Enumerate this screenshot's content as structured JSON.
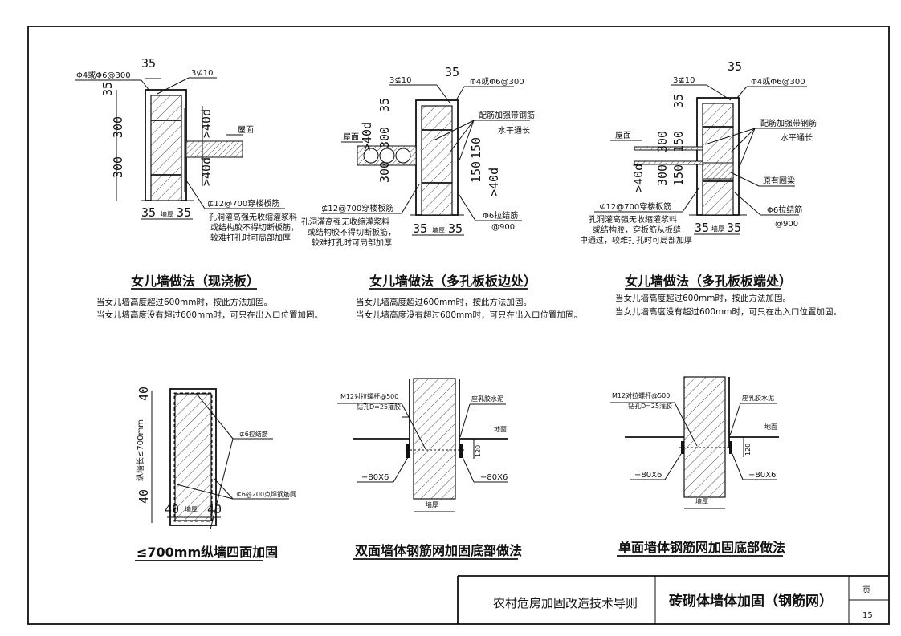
{
  "title_block": {
    "project": "农村危房加固改造技术导则",
    "sheet_title": "砖砌体墙体加固（钢筋网）",
    "page_label": "页",
    "page_number": "15"
  },
  "notes": {
    "line1": "当女儿墙高度超过600mm时，按此方法加固。",
    "line2": "当女儿墙高度没有超过600mm时，可只在出入口位置加固。"
  },
  "detail1": {
    "caption": "女儿墙做法（现浇板）",
    "stirrup": "Φ4或Φ6@300",
    "bars": "3⊈10",
    "d35": "35",
    "d300": "300",
    "anchor": ">40d",
    "roof": "屋面",
    "through_bar": "⊈12@700穿楼板筋",
    "hole_note1": "孔洞灌高强无收缩灌浆料",
    "hole_note2": "或结构胶不得切断板筋，",
    "hole_note3": "较难打孔时可局部加厚",
    "wall_thk": "墙厚"
  },
  "detail2": {
    "caption": "女儿墙做法（多孔板板边处）",
    "stirrup": "Φ4或Φ6@300",
    "bars": "3⊈10",
    "d35": "35",
    "d300": "300",
    "d150": "150",
    "anchor": ">40d",
    "roof": "屋面",
    "band1": "配筋加强带钢筋",
    "band2": "水平通长",
    "through_bar": "⊈12@700穿楼板筋",
    "hole_note1": "孔洞灌高强无收缩灌浆料",
    "hole_note2": "或结构胶不得切断板筋，",
    "hole_note3": "较难打孔时可局部加厚",
    "tie1": "Φ6拉结筋",
    "tie2": "@900",
    "wall_thk": "墙厚"
  },
  "detail3": {
    "caption": "女儿墙做法（多孔板板端处）",
    "stirrup": "Φ4或Φ6@300",
    "bars": "3⊈10",
    "d35": "35",
    "d300": "300",
    "d150": "150",
    "anchor": ">40d",
    "roof": "屋面",
    "band1": "配筋加强带钢筋",
    "band2": "水平通长",
    "ring_beam": "原有圈梁",
    "through_bar": "⊈12@700穿楼板筋",
    "hole_note1": "孔洞灌高强无收缩灌浆料",
    "hole_note2": "或结构胶，穿板筋从板缝",
    "hole_note3": "中通过，较难打孔时可局部加厚",
    "tie1": "Φ6拉结筋",
    "tie2": "@900",
    "wall_thk": "墙厚"
  },
  "detail4": {
    "caption": "≤700mm纵墙四面加固",
    "d40": "40",
    "length": "纵墙长≤700mm",
    "tie": "⊈6拉结筋",
    "mesh": "⊈6@200点焊钢筋网",
    "wall_thk": "墙厚"
  },
  "detail5": {
    "caption": "双面墙体钢筋网加固底部做法",
    "bolt1": "M12对拉螺杆@500",
    "bolt2": "钻孔D=25灌胶",
    "mortar": "座乳胶水泥",
    "ground": "地面",
    "d120": "120",
    "plate_left": "−80X6",
    "plate_right": "−80X6",
    "wall_thk": "墙厚"
  },
  "detail6": {
    "caption": "单面墙体钢筋网加固底部做法",
    "bolt1": "M12对拉螺杆@500",
    "bolt2": "钻孔D=25灌胶",
    "mortar": "座乳胶水泥",
    "ground": "地面",
    "d120": "120",
    "plate_left": "−80X6",
    "plate_right": "−80X6",
    "wall_thk": "墙厚"
  }
}
